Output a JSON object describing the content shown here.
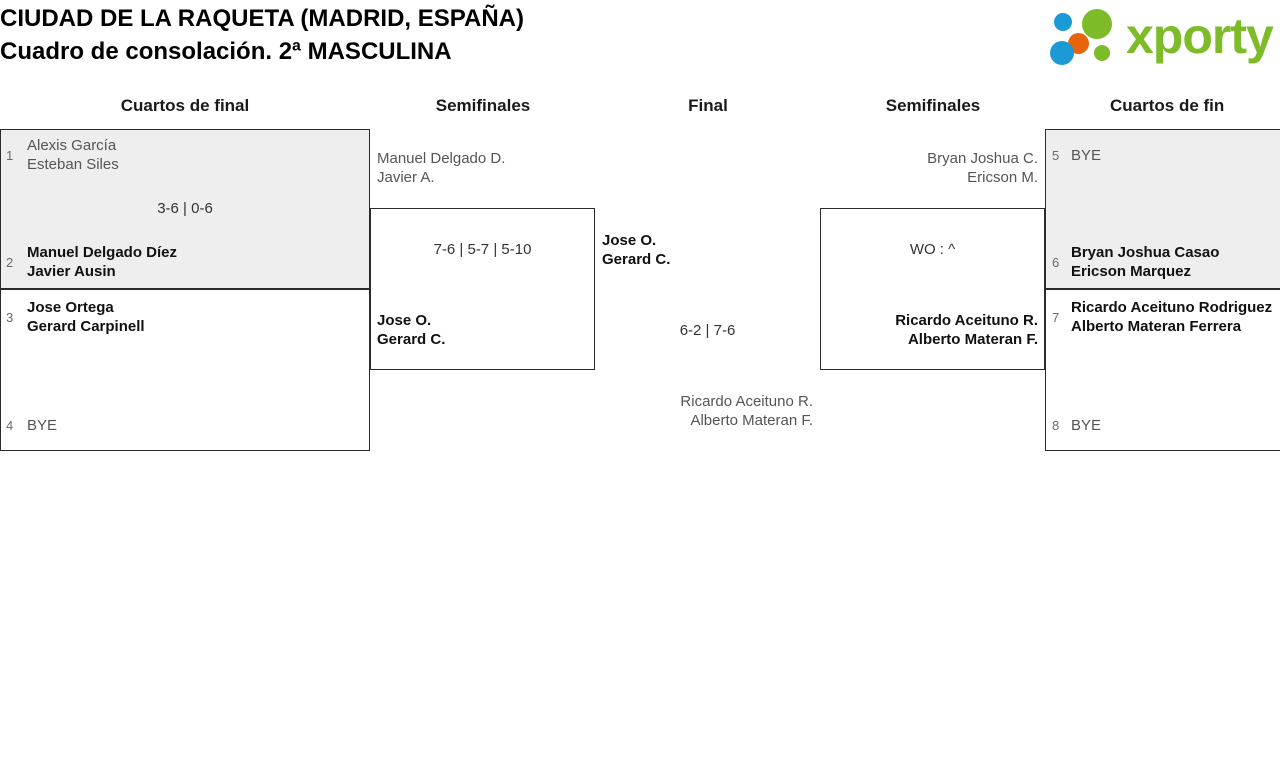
{
  "header": {
    "tournament": "CIUDAD DE LA RAQUETA (MADRID, ESPAÑA)",
    "subtitle": "Cuadro de consolación. 2ª MASCULINA"
  },
  "logo": {
    "word": "xporty",
    "colors": {
      "green": "#7dbb28",
      "blue": "#1b9ad6",
      "orange": "#e8640a"
    }
  },
  "rounds": [
    {
      "label": "Cuartos de final"
    },
    {
      "label": "Semifinales"
    },
    {
      "label": "Final"
    },
    {
      "label": "Semifinales"
    },
    {
      "label": "Cuartos de fin"
    }
  ],
  "left": {
    "quarterfinals": [
      {
        "top": {
          "seed": "1",
          "players": [
            "Alexis García",
            "Esteban Siles"
          ],
          "result": "loser"
        },
        "bottom": {
          "seed": "2",
          "players": [
            "Manuel Delgado Díez",
            "Javier Ausin"
          ],
          "result": "winner"
        },
        "score": "3-6 | 0-6"
      },
      {
        "top": {
          "seed": "3",
          "players": [
            "Jose Ortega",
            "Gerard Carpinell"
          ],
          "result": "winner"
        },
        "bottom": {
          "seed": "4",
          "players": [
            "BYE"
          ],
          "result": "loser"
        },
        "score": ""
      }
    ],
    "semifinal": {
      "top": {
        "players": [
          "Manuel Delgado D.",
          "Javier A."
        ],
        "result": "loser"
      },
      "bottom": {
        "players": [
          "Jose O.",
          "Gerard C."
        ],
        "result": "winner"
      },
      "score": "7-6 | 5-7 | 5-10"
    }
  },
  "final": {
    "top": {
      "players": [
        "Jose O.",
        "Gerard C."
      ],
      "result": "winner"
    },
    "bottom": {
      "players": [
        "Ricardo Aceituno R.",
        "Alberto Materan F."
      ],
      "result": "loser"
    },
    "score": "6-2 | 7-6"
  },
  "right": {
    "semifinal": {
      "top": {
        "players": [
          "Bryan Joshua C.",
          "Ericson M."
        ],
        "result": "loser"
      },
      "bottom": {
        "players": [
          "Ricardo Aceituno R.",
          "Alberto Materan F."
        ],
        "result": "winner"
      },
      "score": "WO : ^"
    },
    "quarterfinals": [
      {
        "top": {
          "seed": "5",
          "players": [
            "BYE"
          ],
          "result": "loser"
        },
        "bottom": {
          "seed": "6",
          "players": [
            "Bryan Joshua Casao",
            "Ericson Marquez"
          ],
          "result": "winner"
        },
        "score": ""
      },
      {
        "top": {
          "seed": "7",
          "players": [
            "Ricardo Aceituno Rodriguez",
            "Alberto Materan Ferrera"
          ],
          "result": "winner"
        },
        "bottom": {
          "seed": "8",
          "players": [
            "BYE"
          ],
          "result": "loser"
        },
        "score": ""
      }
    ]
  }
}
